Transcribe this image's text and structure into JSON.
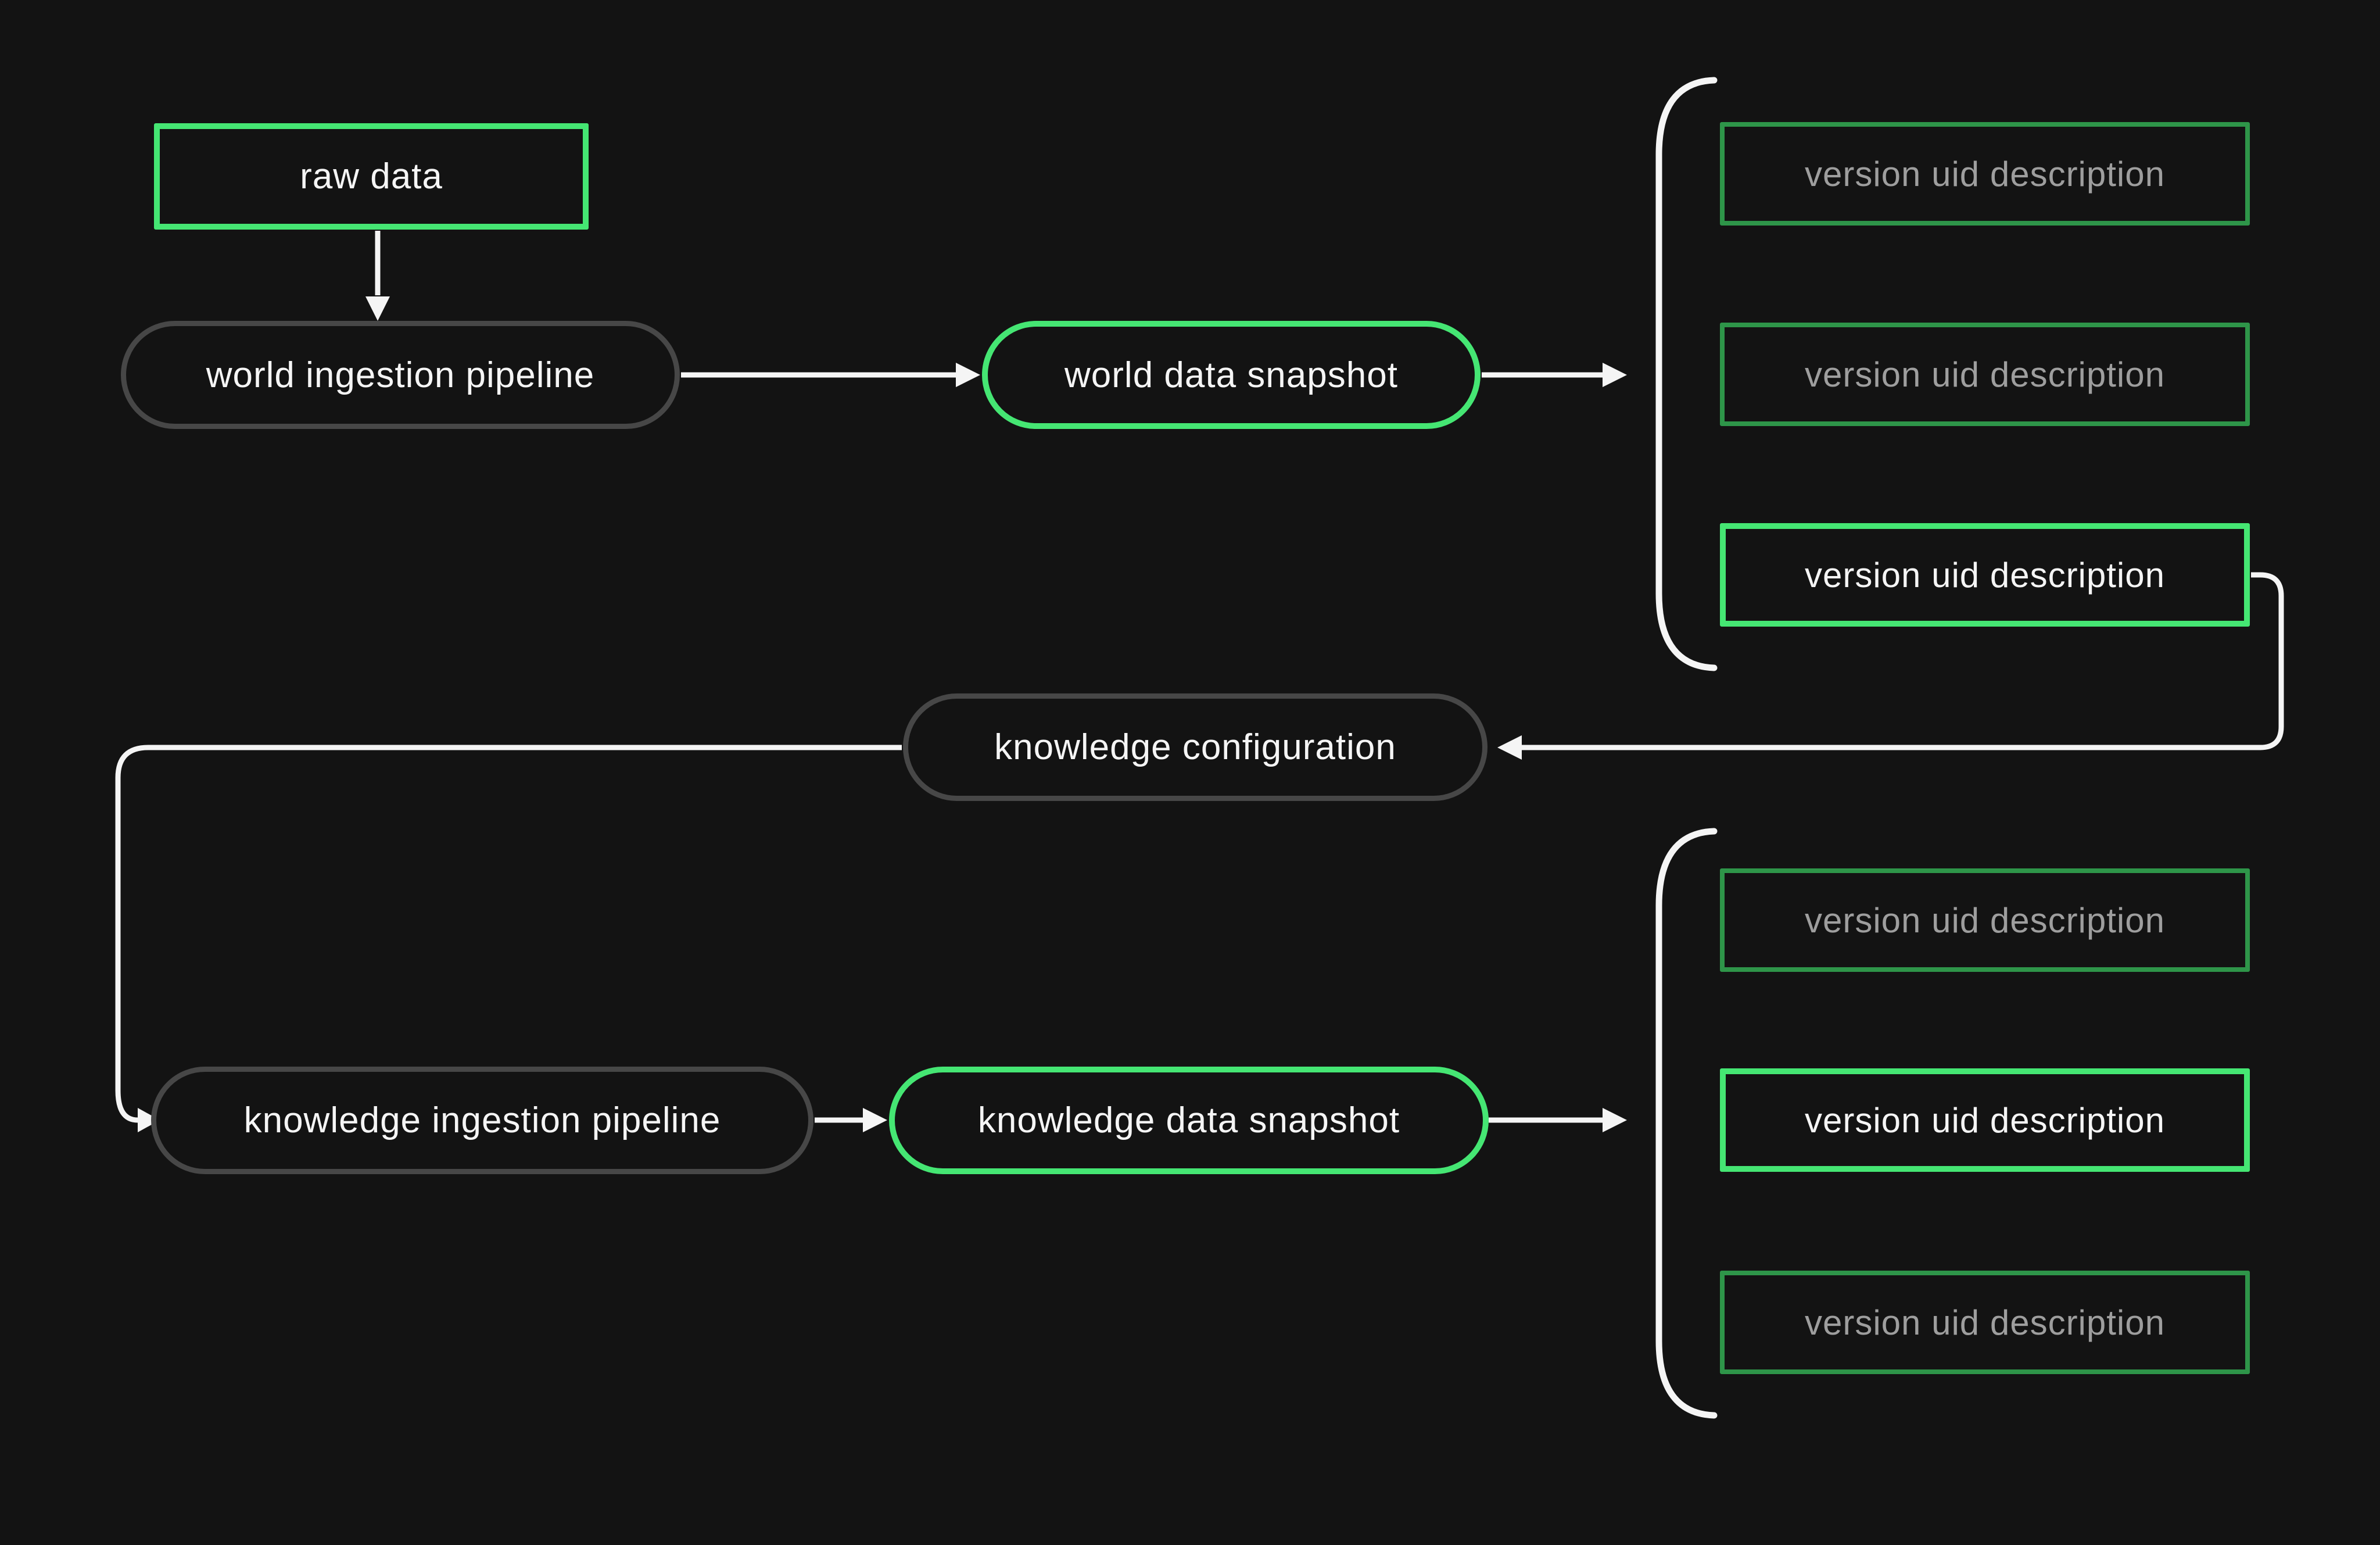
{
  "diagram": {
    "background": "#131313",
    "colors": {
      "accent_green": "#45e673",
      "dim_green": "#2e9549",
      "gray_border": "#474747",
      "wire_white": "#f5f5f5",
      "gray_text": "#9e9e9e"
    },
    "nodes": {
      "raw_data": "raw data",
      "world_ingestion_pipeline": "world ingestion pipeline",
      "world_data_snapshot": "world data snapshot",
      "knowledge_configuration": "knowledge configuration",
      "knowledge_ingestion_pipeline": "knowledge ingestion pipeline",
      "knowledge_data_snapshot": "knowledge data snapshot"
    },
    "world_snapshot_versions": [
      {
        "label": "version uid description",
        "state": "inactive"
      },
      {
        "label": "version uid description",
        "state": "inactive"
      },
      {
        "label": "version uid description",
        "state": "selected"
      }
    ],
    "knowledge_snapshot_versions": [
      {
        "label": "version uid description",
        "state": "inactive"
      },
      {
        "label": "version uid description",
        "state": "selected"
      },
      {
        "label": "version uid description",
        "state": "inactive"
      }
    ]
  }
}
